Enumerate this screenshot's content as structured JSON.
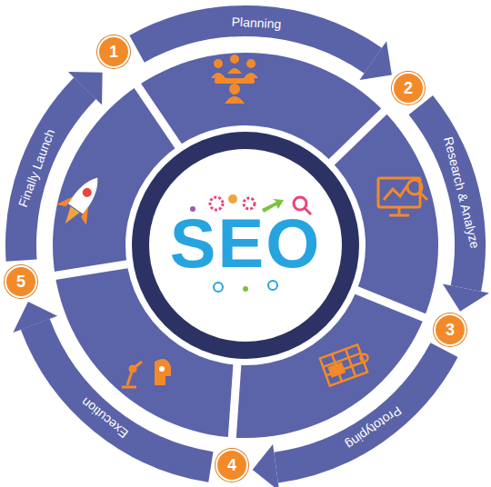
{
  "diagram": {
    "nodes": [
      {
        "text": [
          "1"
        ]
      },
      {
        "text": [
          "2"
        ]
      },
      {
        "text": [
          "3"
        ]
      },
      {
        "text": [
          "4"
        ]
      },
      {
        "text": [
          "5"
        ]
      },
      {
        "text": [
          "SEO"
        ]
      }
    ],
    "edges": [
      {
        "from": 0,
        "to": 1,
        "arrow": "to",
        "label": "Planning"
      },
      {
        "from": 1,
        "to": 2,
        "arrow": "to",
        "label": "Research & Analyze"
      },
      {
        "from": 2,
        "to": 3,
        "arrow": "to",
        "label": "Prototyping"
      },
      {
        "from": 3,
        "to": 4,
        "arrow": "to",
        "label": "Execution"
      },
      {
        "from": 4,
        "to": 0,
        "arrow": "to",
        "label": "Finally Launch"
      }
    ]
  }
}
